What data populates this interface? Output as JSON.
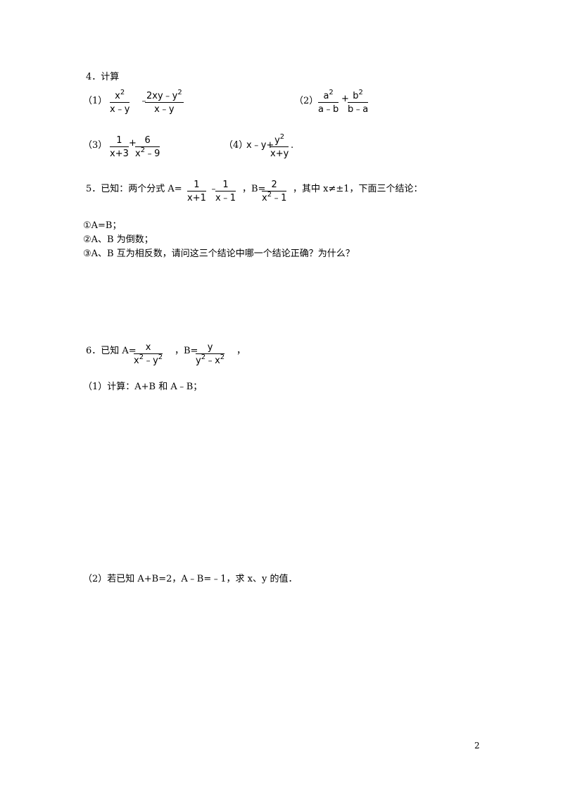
{
  "q4": {
    "title": "4．计算",
    "p1": {
      "label": "（1）",
      "f1_num": "x",
      "f1_num_exp": "2",
      "f1_den": "x﹣y",
      "op": "﹣",
      "f2_num": "2xy﹣y",
      "f2_num_exp": "2",
      "f2_den": "x﹣y"
    },
    "p2": {
      "label": "（2）",
      "f1_num": "a",
      "f1_num_exp": "2",
      "f1_den": "a﹣b",
      "op": "+",
      "f2_num": "b",
      "f2_num_exp": "2",
      "f2_den": "b﹣a"
    },
    "p3": {
      "label": "（3）",
      "f1_num": "1",
      "f1_den": "x+3",
      "op": "+",
      "f2_num": "6",
      "f2_den": "x",
      "f2_den_exp": "2",
      "f2_den_tail": "﹣9"
    },
    "p4": {
      "label": "（4）",
      "lead": "x﹣y+",
      "f_num": "y",
      "f_num_exp": "2",
      "f_den": "x+y",
      "tail": "."
    }
  },
  "q5": {
    "intro": "5．已知：两个分式 A=",
    "f1_num": "1",
    "f1_den": "x+1",
    "op": "﹣",
    "f2_num": "1",
    "f2_den": "x﹣1",
    "mid": "，B=",
    "f3_num": "2",
    "f3_den": "x",
    "f3_den_exp": "2",
    "f3_den_tail": "﹣1",
    "tail": "，其中 x≠±1，下面三个结论：",
    "c1": "①A=B；",
    "c2": "②A、B 为倒数；",
    "c3": "③A、B 互为相反数，请问这三个结论中哪一个结论正确？为什么？"
  },
  "q6": {
    "intro": "6．已知 A=",
    "f1_num": "x",
    "f1_den_a": "x",
    "f1_den_a_exp": "2",
    "f1_den_mid": "﹣y",
    "f1_den_b_exp": "2",
    "mid": "，B=",
    "f2_num": "y",
    "f2_den_a": "y",
    "f2_den_a_exp": "2",
    "f2_den_mid": "﹣x",
    "f2_den_b_exp": "2",
    "tail": "，",
    "sub1": "（1）计算：A+B 和 A﹣B；",
    "sub2": "（2）若已知 A+B=2，A﹣B=﹣1，求 x、y 的值．"
  },
  "page_number": "2"
}
